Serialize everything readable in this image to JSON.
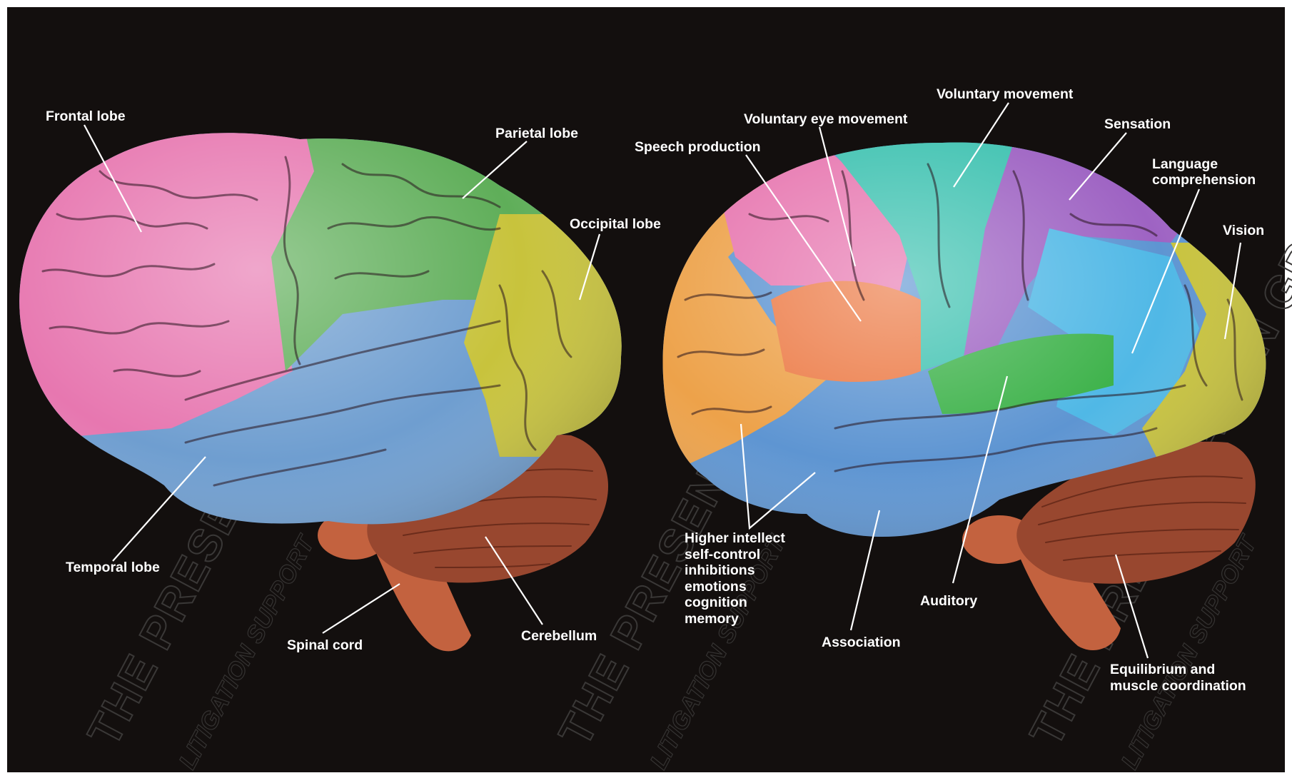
{
  "left_brain": {
    "labels": {
      "frontal": "Frontal lobe",
      "parietal": "Parietal lobe",
      "occipital": "Occipital lobe",
      "temporal": "Temporal lobe",
      "spinal": "Spinal cord",
      "cerebellum": "Cerebellum"
    }
  },
  "right_brain": {
    "labels": {
      "voluntary_movement": "Voluntary movement",
      "voluntary_eye": "Voluntary eye movement",
      "speech": "Speech production",
      "sensation": "Sensation",
      "language": [
        "Language",
        "comprehension"
      ],
      "vision": "Vision",
      "higher_intellect": [
        "Higher intellect",
        "self-control",
        "inhibitions",
        "emotions",
        "cognition",
        "memory"
      ],
      "association": "Association",
      "auditory": "Auditory",
      "equilibrium": [
        "Equilibrium and",
        "muscle coordination"
      ]
    }
  },
  "watermark": {
    "main": "THE PRESENTATION GROUP",
    "sub": "LITIGATION SUPPORT"
  },
  "colors": {
    "background": "#130f0e",
    "frontal": "#e777b0",
    "parietal": "#5fae59",
    "occipital": "#c8c33c",
    "temporal": "#6f9ed0",
    "cerebellum": "#98472f",
    "brainstem": "#c3623f",
    "prefrontal": "#eda24a",
    "broca": "#ec7a45",
    "motor": "#3fc2b1",
    "sensory": "#9e63c3",
    "wernicke": "#50b8e6",
    "auditory": "#3db24a",
    "association": "#5e95d2"
  }
}
